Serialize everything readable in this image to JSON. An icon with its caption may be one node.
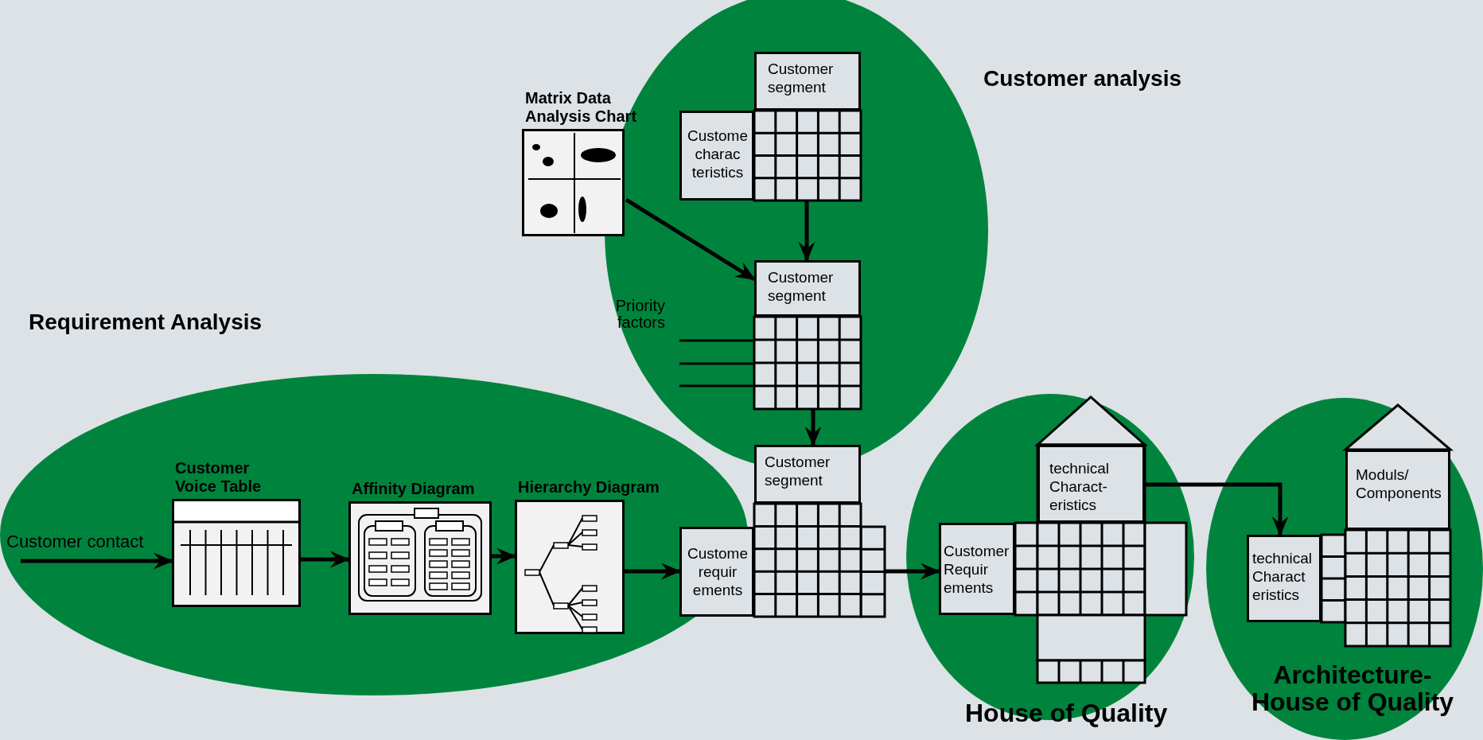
{
  "diagram": {
    "nodes": [
      {
        "text": [
          "Customer Voice Table"
        ]
      },
      {
        "text": [
          "Affinity Diagram"
        ]
      },
      {
        "text": [
          "Hierarchy Diagram"
        ]
      },
      {
        "text": [
          "Matrix Data Analysis Chart"
        ]
      },
      {
        "text": [],
        "shape": "box"
      },
      {
        "text": [
          "Customer segment"
        ]
      },
      {
        "text": [
          "Custome charac teristics"
        ]
      },
      {
        "text": [],
        "shape": "box"
      },
      {
        "text": [
          "Customer segment"
        ]
      },
      {
        "text": [],
        "shape": "box"
      },
      {
        "text": [
          "Customer segment"
        ]
      },
      {
        "text": [
          "Custome requir ements"
        ]
      },
      {
        "text": [],
        "shape": "box"
      },
      {
        "text": [
          "technical Charact- eristics"
        ],
        "in": 12
      },
      {
        "text": [
          "Customer Requir ements"
        ]
      },
      {
        "text": [],
        "shape": "box"
      },
      {
        "text": [
          "Moduls/ Components"
        ],
        "in": 15
      },
      {
        "text": [
          "technical Charact eristics"
        ]
      }
    ],
    "edges": [
      {
        "from": null,
        "to": 0,
        "arrow": "to",
        "label": "Customer contact"
      },
      {
        "from": 0,
        "to": 1,
        "arrow": "to"
      },
      {
        "from": 1,
        "to": 2,
        "arrow": "to"
      },
      {
        "from": 2,
        "to": 11,
        "arrow": "to"
      },
      {
        "from": 3,
        "to": 8,
        "arrow": "to"
      },
      {
        "from": 4,
        "to": 8,
        "arrow": "to"
      },
      {
        "from": 7,
        "to": 10,
        "arrow": "to"
      },
      {
        "from": 9,
        "to": 14,
        "arrow": "to"
      },
      {
        "from": 13,
        "to": 17,
        "arrow": "to"
      }
    ],
    "labels": [
      "Customer analysis",
      "Priority factors",
      "Requirement Analysis",
      "House of Quality",
      "Architecture- House of Quality"
    ]
  }
}
